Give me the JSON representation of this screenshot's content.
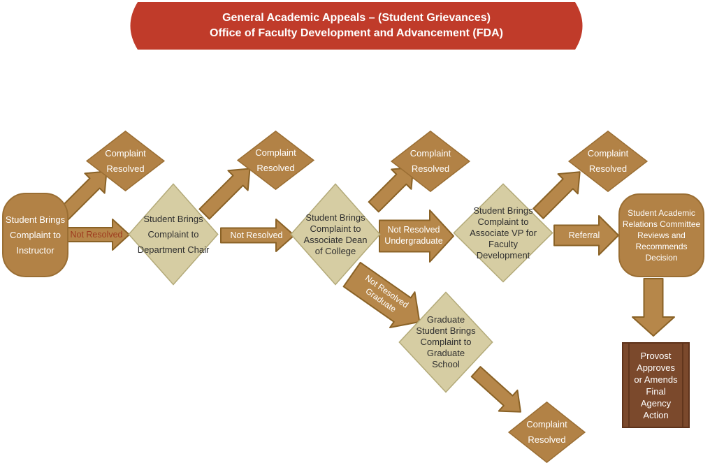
{
  "title_banner": {
    "line1": "General Academic Appeals – (Student Grievances)",
    "line2": "Office of Faculty Development and Advancement (FDA)"
  },
  "colors": {
    "banner-red": "#c03b2a",
    "shape-brown": "#b28246",
    "shape-brown-border": "#9a6e33",
    "shape-tan": "#d6cda3",
    "shape-tan-border": "#b3aa79",
    "arrow-brown": "#b6874a",
    "arrow-border": "#8a6226",
    "dark-brown": "#7b492c",
    "dark-brown-border": "#5e321a",
    "provost-bar": "#61351c",
    "text-on-brown": "#ffffff",
    "text-on-tan": "#2f2f2f",
    "label-dark-red": "#9e3a1e"
  },
  "nodes": {
    "instructor": {
      "label": "Student Brings\nComplaint to\nInstructor"
    },
    "cr1": {
      "label": "Complaint\nResolved"
    },
    "dept_chair": {
      "label": "Student Brings\nComplaint to\nDepartment Chair"
    },
    "cr2": {
      "label": "Complaint\nResolved"
    },
    "assoc_dean": {
      "label": "Student Brings\nComplaint to\nAssociate Dean\nof College"
    },
    "cr3": {
      "label": "Complaint\nResolved"
    },
    "assoc_vp": {
      "label": "Student Brings\nComplaint to\nAssociate VP for\nFaculty\nDevelopment"
    },
    "cr4": {
      "label": "Complaint\nResolved"
    },
    "committee": {
      "label": "Student Academic\nRelations Committee\nReviews and\nRecommends\nDecision"
    },
    "graduate": {
      "label": "Graduate\nStudent Brings\nComplaint to\nGraduate\nSchool"
    },
    "cr5": {
      "label": "Complaint\nResolved"
    },
    "provost": {
      "label": "Provost\nApproves\nor Amends\nFinal\nAgency\nAction"
    }
  },
  "arrows": {
    "not_resolved_1": {
      "label": "Not Resolved"
    },
    "not_resolved_2": {
      "label": "Not Resolved"
    },
    "not_resolved_undergrad": {
      "label": "Not Resolved\nUndergraduate"
    },
    "referral": {
      "label": "Referral"
    },
    "not_resolved_graduate": {
      "label": "Not Resolved\nGraduate"
    }
  }
}
